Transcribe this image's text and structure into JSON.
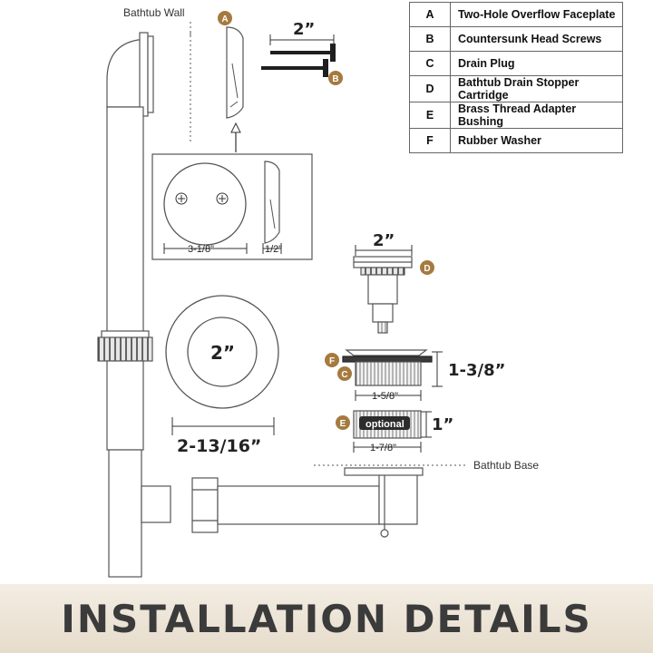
{
  "labels": {
    "bathtub_wall": "Bathtub Wall",
    "bathtub_base": "Bathtub Base",
    "optional": "optional"
  },
  "badges": [
    "A",
    "B",
    "C",
    "D",
    "E",
    "F"
  ],
  "dimensions": {
    "screw_length": "2”",
    "faceplate_width": "3-1/8\"",
    "faceplate_depth": "1/2\"",
    "plug_cap": "2”",
    "drain_inner": "2”",
    "drain_outer": "2-13/16”",
    "drain_height": "1-3/8”",
    "drain_thread": "1-5/8\"",
    "bushing_height": "1”",
    "bushing_width": "1-7/8\""
  },
  "legend": [
    {
      "key": "A",
      "name": "Two-Hole Overflow Faceplate"
    },
    {
      "key": "B",
      "name": "Countersunk Head Screws"
    },
    {
      "key": "C",
      "name": "Drain Plug"
    },
    {
      "key": "D",
      "name": "Bathtub Drain Stopper Cartridge"
    },
    {
      "key": "E",
      "name": "Brass Thread Adapter Bushing"
    },
    {
      "key": "F",
      "name": "Rubber Washer"
    }
  ],
  "banner": {
    "title": "INSTALLATION DETAILS"
  },
  "colors": {
    "badge": "#a57a3e",
    "banner_text": "#3b3b3b",
    "line": "#555555"
  }
}
